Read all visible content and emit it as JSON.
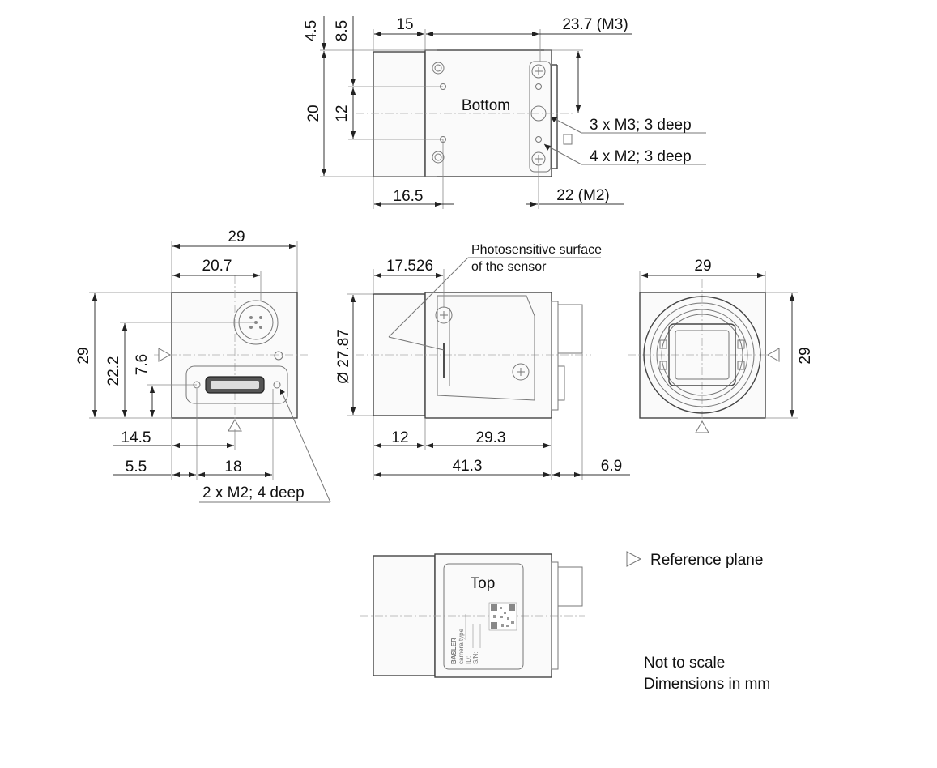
{
  "views": {
    "bottom": {
      "title": "Bottom",
      "dims": {
        "d_4_5": "4.5",
        "d_8_5": "8.5",
        "d_15": "15",
        "d_23_7": "23.7 (M3)",
        "d_20": "20",
        "d_12": "12",
        "d_16_5": "16.5",
        "d_22": "22 (M2)"
      },
      "callouts": {
        "m3": "3 x M3; 3 deep",
        "m2": "4 x M2; 3 deep"
      }
    },
    "back": {
      "dims": {
        "d_29_top": "29",
        "d_20_7": "20.7",
        "d_29_left": "29",
        "d_22_2": "22.2",
        "d_7_6": "7.6",
        "d_14_5": "14.5",
        "d_5_5": "5.5",
        "d_18": "18"
      },
      "callout": "2 x M2; 4 deep"
    },
    "side": {
      "sensor_callout_line1": "Photosensitive surface",
      "sensor_callout_line2": "of the sensor",
      "dims": {
        "d_17_526": "17.526",
        "d_27_87": "Ø 27.87",
        "d_12": "12",
        "d_29_3": "29.3",
        "d_41_3": "41.3",
        "d_6_9": "6.9"
      }
    },
    "front": {
      "dims": {
        "d_29_top": "29",
        "d_29_right": "29"
      }
    },
    "top": {
      "title": "Top",
      "label_brand": "BASLER",
      "label_lines": [
        "camera type",
        "ID:",
        "S/N:"
      ]
    }
  },
  "legend": {
    "reference_plane": "Reference plane",
    "not_to_scale": "Not to scale",
    "dimensions_unit": "Dimensions in mm"
  }
}
